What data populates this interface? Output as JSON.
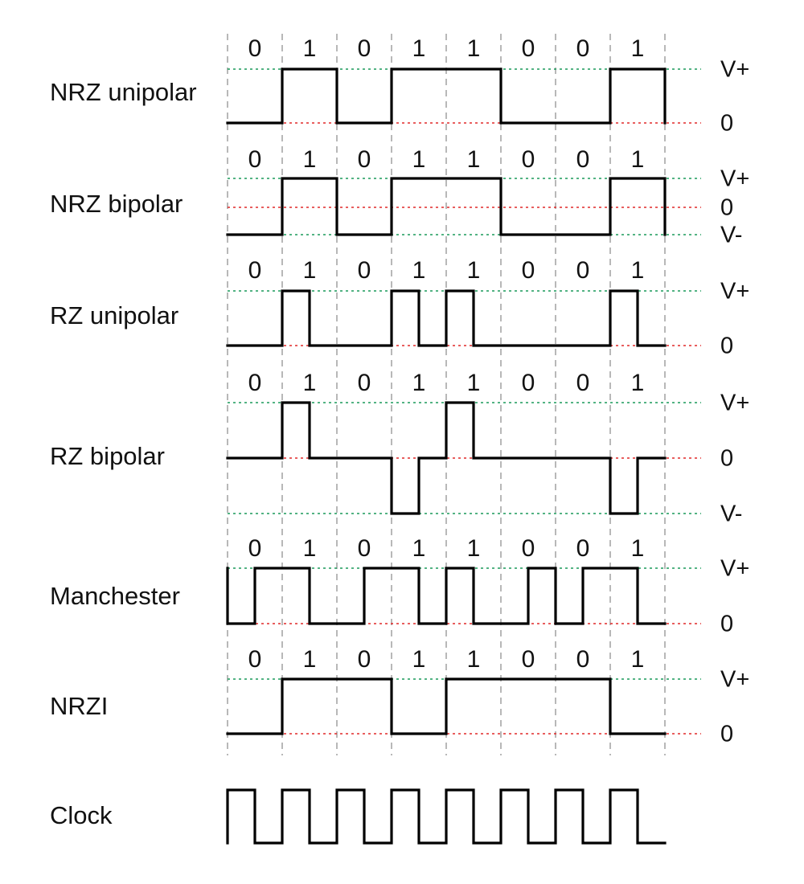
{
  "bits": [
    "0",
    "1",
    "0",
    "1",
    "1",
    "0",
    "0",
    "1"
  ],
  "colors": {
    "signal": "#000000",
    "high_level_guide": "#1a9a5a",
    "zero_level_guide": "#e02828",
    "bit_boundary": "#9a9a9a",
    "text": "#111111"
  },
  "encodings": [
    {
      "id": "nrz-unipolar",
      "label": "NRZ unipolar",
      "bits_shown": true,
      "level_labels": [
        "V+",
        "0"
      ],
      "levels": [
        0,
        1,
        0,
        1,
        1,
        0,
        0,
        1
      ]
    },
    {
      "id": "nrz-bipolar",
      "label": "NRZ bipolar",
      "bits_shown": true,
      "level_labels": [
        "V+",
        "0",
        "V-"
      ],
      "levels": [
        -1,
        1,
        -1,
        1,
        1,
        -1,
        -1,
        1
      ]
    },
    {
      "id": "rz-unipolar",
      "label": "RZ unipolar",
      "bits_shown": true,
      "level_labels": [
        "V+",
        "0"
      ],
      "half_levels": [
        [
          0,
          0
        ],
        [
          1,
          0
        ],
        [
          0,
          0
        ],
        [
          1,
          0
        ],
        [
          1,
          0
        ],
        [
          0,
          0
        ],
        [
          0,
          0
        ],
        [
          1,
          0
        ]
      ]
    },
    {
      "id": "rz-bipolar",
      "label": "RZ bipolar",
      "bits_shown": true,
      "level_labels": [
        "V+",
        "0",
        "V-"
      ],
      "half_levels": [
        [
          0,
          0
        ],
        [
          1,
          0
        ],
        [
          0,
          0
        ],
        [
          -1,
          0
        ],
        [
          1,
          0
        ],
        [
          0,
          0
        ],
        [
          0,
          0
        ],
        [
          -1,
          0
        ]
      ]
    },
    {
      "id": "manchester",
      "label": "Manchester",
      "bits_shown": true,
      "level_labels": [
        "V+",
        "0"
      ],
      "half_levels": [
        [
          0,
          1
        ],
        [
          1,
          0
        ],
        [
          0,
          1
        ],
        [
          1,
          0
        ],
        [
          1,
          0
        ],
        [
          0,
          1
        ],
        [
          0,
          1
        ],
        [
          1,
          0
        ]
      ]
    },
    {
      "id": "nrzi",
      "label": "NRZI",
      "bits_shown": true,
      "level_labels": [
        "V+",
        "0"
      ],
      "levels": [
        0,
        1,
        1,
        0,
        1,
        1,
        1,
        0
      ]
    },
    {
      "id": "clock",
      "label": "Clock",
      "bits_shown": false,
      "level_labels": [],
      "half_levels": [
        [
          1,
          0
        ],
        [
          1,
          0
        ],
        [
          1,
          0
        ],
        [
          1,
          0
        ],
        [
          1,
          0
        ],
        [
          1,
          0
        ],
        [
          1,
          0
        ],
        [
          1,
          0
        ]
      ]
    }
  ]
}
